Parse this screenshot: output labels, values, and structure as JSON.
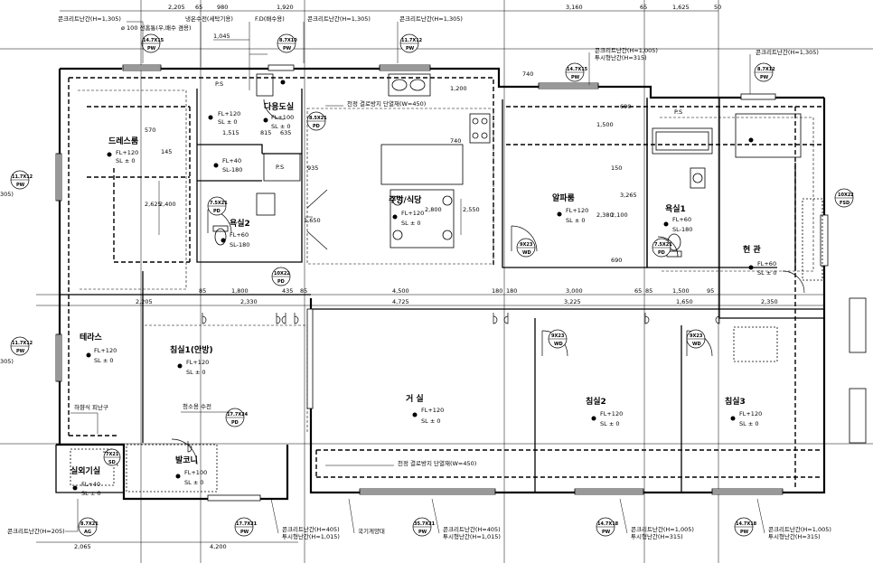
{
  "rooms": [
    {
      "name": "드레스룸",
      "fl": "FL+120",
      "sl": "SL ± 0"
    },
    {
      "name": "다용도실",
      "fl": "FL+100",
      "sl": "SL ± 0"
    },
    {
      "name": "욕실2",
      "fl": "FL+60",
      "sl": "SL-180"
    },
    {
      "name": "주방/식당",
      "fl": "FL+120",
      "sl": "SL ± 0"
    },
    {
      "name": "알파룸",
      "fl": "FL+120",
      "sl": "SL ± 0"
    },
    {
      "name": "욕실1",
      "fl": "FL+60",
      "sl": "SL-180"
    },
    {
      "name": "현 관",
      "fl": "FL+60",
      "sl": "SL ± 0"
    },
    {
      "name": "침실1(안방)",
      "fl": "FL+120",
      "sl": "SL ± 0"
    },
    {
      "name": "테라스",
      "fl": "FL+120",
      "sl": "SL ± 0"
    },
    {
      "name": "거 실",
      "fl": "FL+120",
      "sl": "SL ± 0"
    },
    {
      "name": "침실2",
      "fl": "FL+120",
      "sl": "SL ± 0"
    },
    {
      "name": "침실3",
      "fl": "FL+120",
      "sl": "SL ± 0"
    },
    {
      "name": "발코니",
      "fl": "FL+100",
      "sl": "SL ± 0"
    },
    {
      "name": "실외기실",
      "fl": "FL+40",
      "sl": "SL ± 0"
    }
  ],
  "extra_levels": [
    {
      "fl": "FL+120",
      "sl": "SL ± 0"
    },
    {
      "fl": "FL+40",
      "sl": "SL-180"
    }
  ],
  "window_tags": [
    {
      "top": "14.7X15",
      "bottom": "PW"
    },
    {
      "top": "8.7X10",
      "bottom": "PW"
    },
    {
      "top": "11.7X12",
      "bottom": "PW"
    },
    {
      "top": "14.7X15",
      "bottom": "PW"
    },
    {
      "top": "8.7X12",
      "bottom": "PW"
    },
    {
      "top": "11.7X12",
      "bottom": "PW"
    },
    {
      "top": "11.7X12",
      "bottom": "PW"
    },
    {
      "top": "10X22",
      "bottom": "FSD"
    },
    {
      "top": "7.5X21",
      "bottom": "PD"
    },
    {
      "top": "8.5X21",
      "bottom": "PD"
    },
    {
      "top": "9X23",
      "bottom": "WD"
    },
    {
      "top": "7.5X21",
      "bottom": "PD"
    },
    {
      "top": "10X22",
      "bottom": "PD"
    },
    {
      "top": "9X23",
      "bottom": "WD"
    },
    {
      "top": "9X23",
      "bottom": "WD"
    },
    {
      "top": "17.7X24",
      "bottom": "PD"
    },
    {
      "top": "7X21",
      "bottom": "SD"
    },
    {
      "top": "8.7X21",
      "bottom": "AG"
    },
    {
      "top": "17.7X21",
      "bottom": "PW"
    },
    {
      "top": "35.7X21",
      "bottom": "PW"
    },
    {
      "top": "14.7X18",
      "bottom": "PW"
    },
    {
      "top": "14.7X18",
      "bottom": "PW"
    }
  ],
  "notes": {
    "conc_top1": "콘크리트난간(H=1,305)",
    "pipe": "ø 100 선홈통(우,배수 겸용)",
    "fridge": "냉온수전(세탁기용)",
    "fd": "F.D(배수용)",
    "conc_top2": "콘크리트난간(H=1,305)",
    "conc_top3": "콘크리트난간(H=1,305)",
    "conc_r1": "콘크리트난간(H=1,005)",
    "glass_r1": "투시형난간(H=315)",
    "conc_r2": "콘크리트난간(H=1,305)",
    "ceil1": "천정 결로방지 단열재(W=450)",
    "ceil2": "천정 결로방지 단열재(W=450)",
    "ps1": "P.S",
    "ps2": "P.S",
    "ps3": "P.S",
    "drain": "하향식 피난구",
    "valve": "청소용 수전",
    "conc_b1": "콘크리트난간(H=205)",
    "conc_b2": "콘크리트난간(H=405)",
    "glass_b2": "투시형난간(H=1,015)",
    "flag": "국기게양대",
    "conc_b3": "콘크리트난간(H=405)",
    "glass_b3": "투시형난간(H=1,015)",
    "conc_b4": "콘크리트난간(H=1,005)",
    "glass_b4": "투시형난간(H=315)",
    "conc_b5": "콘크리트난간(H=1,005)",
    "glass_b5": "투시형난간(H=315)",
    "left_cut1": "305)",
    "left_cut2": "305)"
  },
  "dimensions": {
    "top": [
      "2,205",
      "65",
      "980",
      "1,920",
      "3,160",
      "65",
      "1,625",
      "50"
    ],
    "mid_top": [
      "1,045"
    ],
    "inner": [
      "1,515",
      "815",
      "635",
      "740",
      "1,200",
      "740",
      "1,500",
      "935",
      "2,625",
      "2,400",
      "1,650",
      "2,800",
      "2,550",
      "3,265",
      "2,380",
      "2,100",
      "150",
      "690",
      "145",
      "570",
      "690"
    ],
    "row1": [
      "85",
      "1,800",
      "435",
      "85",
      "4,500",
      "180",
      "180",
      "3,000",
      "65",
      "85",
      "1,500",
      "95"
    ],
    "row2": [
      "2,205",
      "2,330",
      "4,725",
      "3,225",
      "1,650",
      "2,350"
    ],
    "bottom": [
      "2,065",
      "4,200"
    ]
  }
}
